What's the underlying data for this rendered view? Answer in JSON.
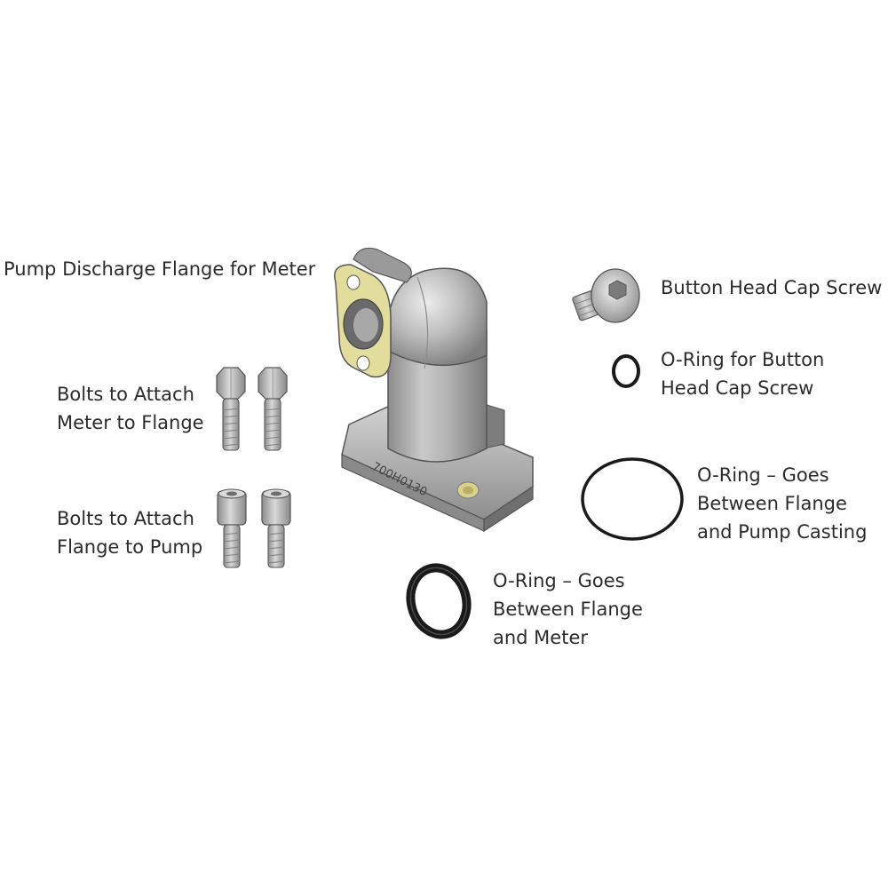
{
  "labels": {
    "flange": [
      "Pump Discharge Flange for Meter"
    ],
    "bolts_meter": [
      "Bolts to Attach",
      "Meter to Flange"
    ],
    "bolts_pump": [
      "Bolts to Attach",
      "Flange to Pump"
    ],
    "button_screw": [
      "Button Head Cap Screw"
    ],
    "oring_screw": [
      "O-Ring for Button",
      "Head Cap Screw"
    ],
    "oring_pump": [
      "O-Ring – Goes",
      "Between Flange",
      "and Pump Casting"
    ],
    "oring_meter": [
      "O-Ring – Goes",
      "Between Flange",
      "and Meter"
    ]
  },
  "part_number": "700H0130",
  "colors": {
    "metal": "#a9a9a9",
    "gasket": "#e2dd9c",
    "ring": "#1a1a1a",
    "text": "#2b2b2b"
  }
}
